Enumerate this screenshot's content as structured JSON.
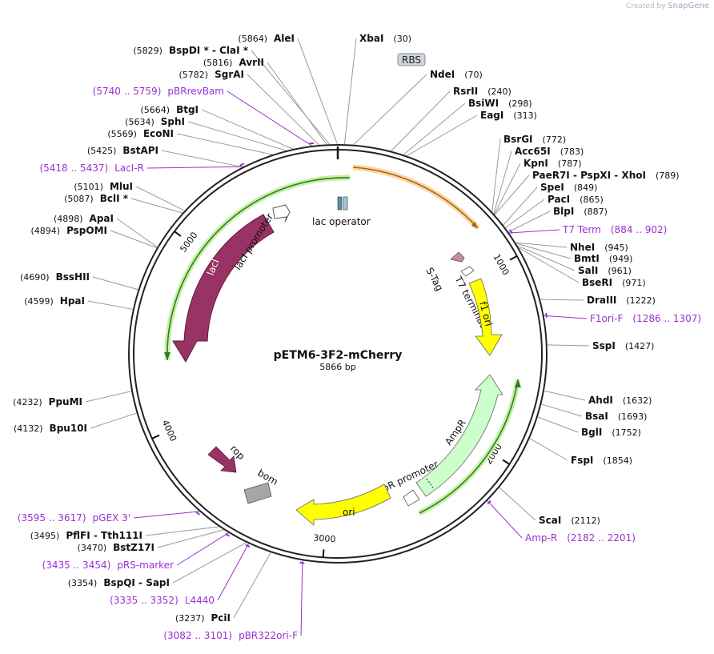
{
  "credit": {
    "prefix": "Created by",
    "brand": "SnapGene"
  },
  "plasmid": {
    "name": "pETM6-3F2-mCherry",
    "size_label": "5866 bp",
    "length": 5866
  },
  "ticks": [
    {
      "pos": 1000,
      "label": "1000"
    },
    {
      "pos": 2000,
      "label": "2000"
    },
    {
      "pos": 3000,
      "label": "3000"
    },
    {
      "pos": 4000,
      "label": "4000"
    },
    {
      "pos": 5000,
      "label": "5000"
    }
  ],
  "sites": [
    {
      "name": "AleI",
      "pos": "(5864)",
      "coord": 5864,
      "side": "L"
    },
    {
      "name": "BspDI *  -  ClaI *",
      "pos": "(5829)",
      "coord": 5829,
      "side": "L"
    },
    {
      "name": "AvrII",
      "pos": "(5816)",
      "coord": 5816,
      "side": "L"
    },
    {
      "name": "SgrAI",
      "pos": "(5782)",
      "coord": 5782,
      "side": "L"
    },
    {
      "name": "pBRrevBam",
      "pos": "(5740 .. 5759)",
      "coord": 5750,
      "side": "L",
      "purple": true
    },
    {
      "name": "BtgI",
      "pos": "(5664)",
      "coord": 5664,
      "side": "L"
    },
    {
      "name": "SphI",
      "pos": "(5634)",
      "coord": 5634,
      "side": "L"
    },
    {
      "name": "EcoNI",
      "pos": "(5569)",
      "coord": 5569,
      "side": "L"
    },
    {
      "name": "BstAPI",
      "pos": "(5425)",
      "coord": 5425,
      "side": "L"
    },
    {
      "name": "LacI-R",
      "pos": "(5418 .. 5437)",
      "coord": 5428,
      "side": "L",
      "purple": true
    },
    {
      "name": "MluI",
      "pos": "(5101)",
      "coord": 5101,
      "side": "L"
    },
    {
      "name": "BclI *",
      "pos": "(5087)",
      "coord": 5087,
      "side": "L"
    },
    {
      "name": "ApaI",
      "pos": "(4898)",
      "coord": 4898,
      "side": "L"
    },
    {
      "name": "PspOMI",
      "pos": "(4894)",
      "coord": 4894,
      "side": "L"
    },
    {
      "name": "BssHII",
      "pos": "(4690)",
      "coord": 4690,
      "side": "L"
    },
    {
      "name": "HpaI",
      "pos": "(4599)",
      "coord": 4599,
      "side": "L"
    },
    {
      "name": "PpuMI",
      "pos": "(4232)",
      "coord": 4232,
      "side": "L"
    },
    {
      "name": "Bpu10I",
      "pos": "(4132)",
      "coord": 4132,
      "side": "L"
    },
    {
      "name": "pGEX 3'",
      "pos": "(3595 .. 3617)",
      "coord": 3606,
      "side": "L",
      "purple": true
    },
    {
      "name": "PflFI  -  Tth111I",
      "pos": "(3495)",
      "coord": 3495,
      "side": "L"
    },
    {
      "name": "BstZ17I",
      "pos": "(3470)",
      "coord": 3470,
      "side": "L"
    },
    {
      "name": "pRS-marker",
      "pos": "(3435 .. 3454)",
      "coord": 3444,
      "side": "L",
      "purple": true
    },
    {
      "name": "BspQI  -  SapI",
      "pos": "(3354)",
      "coord": 3354,
      "side": "L"
    },
    {
      "name": "L4440",
      "pos": "(3335 .. 3352)",
      "coord": 3343,
      "side": "L",
      "purple": true
    },
    {
      "name": "PciI",
      "pos": "(3237)",
      "coord": 3237,
      "side": "L"
    },
    {
      "name": "pBR322ori-F",
      "pos": "(3082 .. 3101)",
      "coord": 3091,
      "side": "L",
      "purple": true
    },
    {
      "name": "XbaI",
      "pos": "(30)",
      "coord": 30,
      "side": "R"
    },
    {
      "name": "NdeI",
      "pos": "(70)",
      "coord": 70,
      "side": "R"
    },
    {
      "name": "RsrII",
      "pos": "(240)",
      "coord": 240,
      "side": "R"
    },
    {
      "name": "BsiWI",
      "pos": "(298)",
      "coord": 298,
      "side": "R"
    },
    {
      "name": "EagI",
      "pos": "(313)",
      "coord": 313,
      "side": "R"
    },
    {
      "name": "BsrGI",
      "pos": "(772)",
      "coord": 772,
      "side": "R"
    },
    {
      "name": "Acc65I",
      "pos": "(783)",
      "coord": 783,
      "side": "R"
    },
    {
      "name": "KpnI",
      "pos": "(787)",
      "coord": 787,
      "side": "R"
    },
    {
      "name": "PaeR7I  -  PspXI  -  XhoI",
      "pos": "(789)",
      "coord": 789,
      "side": "R"
    },
    {
      "name": "SpeI",
      "pos": "(849)",
      "coord": 849,
      "side": "R"
    },
    {
      "name": "PacI",
      "pos": "(865)",
      "coord": 865,
      "side": "R"
    },
    {
      "name": "BlpI",
      "pos": "(887)",
      "coord": 887,
      "side": "R"
    },
    {
      "name": "T7 Term",
      "pos": "(884 .. 902)",
      "coord": 893,
      "side": "R",
      "purple": true
    },
    {
      "name": "NheI",
      "pos": "(945)",
      "coord": 945,
      "side": "R"
    },
    {
      "name": "BmtI",
      "pos": "(949)",
      "coord": 949,
      "side": "R"
    },
    {
      "name": "SalI",
      "pos": "(961)",
      "coord": 961,
      "side": "R"
    },
    {
      "name": "BseRI",
      "pos": "(971)",
      "coord": 971,
      "side": "R"
    },
    {
      "name": "DraIII",
      "pos": "(1222)",
      "coord": 1222,
      "side": "R"
    },
    {
      "name": "F1ori-F",
      "pos": "(1286 .. 1307)",
      "coord": 1296,
      "side": "R",
      "purple": true
    },
    {
      "name": "SspI",
      "pos": "(1427)",
      "coord": 1427,
      "side": "R"
    },
    {
      "name": "AhdI",
      "pos": "(1632)",
      "coord": 1632,
      "side": "R"
    },
    {
      "name": "BsaI",
      "pos": "(1693)",
      "coord": 1693,
      "side": "R"
    },
    {
      "name": "BglI",
      "pos": "(1752)",
      "coord": 1752,
      "side": "R"
    },
    {
      "name": "FspI",
      "pos": "(1854)",
      "coord": 1854,
      "side": "R"
    },
    {
      "name": "ScaI",
      "pos": "(2112)",
      "coord": 2112,
      "side": "R"
    },
    {
      "name": "Amp-R",
      "pos": "(2182 .. 2201)",
      "coord": 2191,
      "side": "R",
      "purple": true
    }
  ],
  "features": [
    {
      "name": "RBS",
      "kind": "badge"
    },
    {
      "name": "lac operator",
      "kind": "box",
      "color": "#5b8fa8"
    },
    {
      "name": "lacI promoter",
      "kind": "arrow",
      "color": "#ffffff"
    },
    {
      "name": "lacI",
      "kind": "arrow",
      "color": "#993366"
    },
    {
      "name": "S-Tag",
      "kind": "arrow",
      "color": "#cc8899"
    },
    {
      "name": "T7 terminator",
      "kind": "arrow",
      "color": "#ffffff"
    },
    {
      "name": "f1 ori",
      "kind": "arrow",
      "color": "#ffff00"
    },
    {
      "name": "AmpR",
      "kind": "arrow",
      "color": "#ccffcc"
    },
    {
      "name": "AmpR promoter",
      "kind": "arrow",
      "color": "#ffffff"
    },
    {
      "name": "ori",
      "kind": "arrow",
      "color": "#ffff00"
    },
    {
      "name": "rop",
      "kind": "arrow",
      "color": "#993366"
    },
    {
      "name": "bom",
      "kind": "box",
      "color": "#a6a6a6"
    }
  ],
  "colors": {
    "purple": "#9b30d0",
    "green_arc": "#2e7d1e",
    "orange_arc": "#e07b00",
    "backbone": "#222222"
  }
}
